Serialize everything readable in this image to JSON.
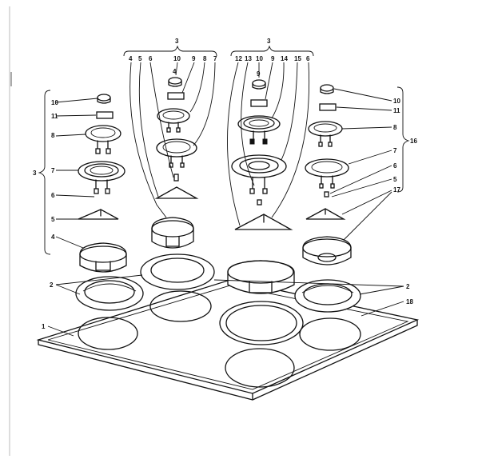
{
  "callouts": {
    "top_left_group": "3",
    "top_right_group": "3",
    "tl_4": "4",
    "tl_5": "5",
    "tl_6": "6",
    "tl_10": "10",
    "tl_9": "9",
    "tl_8": "8",
    "tl_7": "7",
    "tr_12": "12",
    "tr_13": "13",
    "tr_10": "10",
    "tr_9": "9",
    "tr_14": "14",
    "tr_15": "15",
    "tr_6": "6",
    "left_10": "10",
    "left_11": "11",
    "left_8": "8",
    "left_7": "7",
    "left_6": "6",
    "left_5": "5",
    "left_4": "4",
    "left_3": "3",
    "right_10": "10",
    "right_11": "11",
    "right_8": "8",
    "right_7": "7",
    "right_6": "6",
    "right_5": "5",
    "right_17": "17",
    "right_16": "16",
    "left_2": "2",
    "left_1": "1",
    "right_2": "2",
    "right_18": "18",
    "center_4": "4",
    "center_9": "9"
  }
}
